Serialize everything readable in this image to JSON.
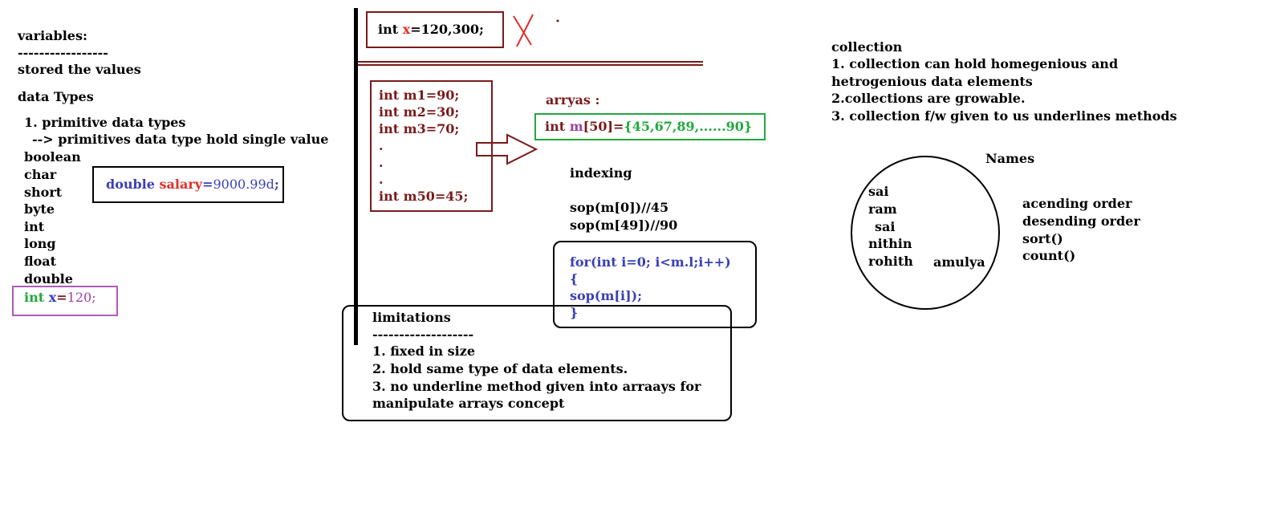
{
  "left": {
    "title": "variables:",
    "rule": "-----------------",
    "stored": "stored the values",
    "data_types": "data Types",
    "primitive_heading": "1. primitive data types",
    "primitive_note": "--> primitives data type hold single value",
    "types": [
      "boolean",
      "char",
      "short",
      "byte",
      "int",
      "long",
      "float",
      "double"
    ],
    "double_example": {
      "kw": "double",
      "var": "salary",
      "eq": "=",
      "val": "9000.99d",
      "semi": ";"
    },
    "int_example": {
      "kw": "int",
      "var": "x",
      "eq": "=",
      "val": "120;"
    }
  },
  "middle": {
    "top_example": {
      "kw": "int",
      "var": "x",
      "rest": "=120,300;"
    },
    "m_lines": [
      "int m1=90;",
      "int m2=30;",
      "int m3=70;",
      ".",
      ".",
      ".",
      "int m50=45;"
    ],
    "arrays_label": "arryas :",
    "array_decl": {
      "kw": "int",
      "name": "m",
      "idx": "[50]",
      "eq": "=",
      "vals": "{45,67,89,......90}"
    },
    "indexing": "indexing",
    "sop_lines": [
      "sop(m[0])//45",
      "sop(m[49])//90"
    ],
    "loop_lines": [
      "for(int i=0; i<m.l;i++)",
      "{",
      "sop(m[i]);",
      "}"
    ],
    "limitations": {
      "title": "limitations",
      "rule": "-------------------",
      "items": [
        "1. fixed in size",
        "2. hold same type of data elements.",
        "3. no underline method given into arraays for",
        "manipulate arrays concept"
      ]
    }
  },
  "right": {
    "collection_lines": [
      "collection",
      "1. collection can hold homegenious and",
      "hetrogenious data elements",
      "2.collections are growable.",
      "3. collection f/w given to us underlines methods"
    ],
    "names_label": "Names",
    "names": [
      "sai",
      "ram",
      "sai",
      "nithin",
      "rohith",
      "amulya"
    ],
    "ops": [
      "acending order",
      "desending order",
      "sort()",
      "count()"
    ]
  },
  "colors": {
    "maroon": "#7a1a1a",
    "blue": "#3a3fb8",
    "green": "#22a83e",
    "purple": "#9b3fa6",
    "red": "#e0302a"
  }
}
